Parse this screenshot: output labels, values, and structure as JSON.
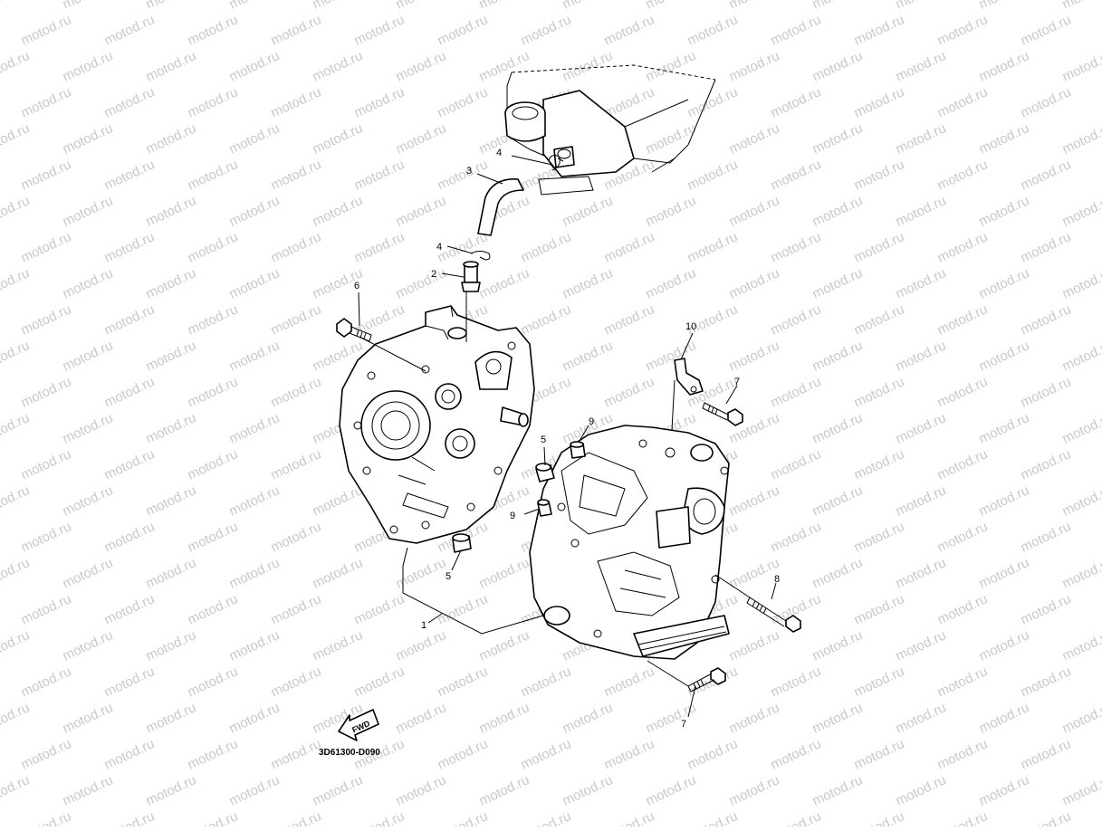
{
  "watermark": {
    "text": "motod.ru",
    "color": "#c9c9c9"
  },
  "callouts": {
    "c1": "1",
    "c2": "2",
    "c3": "3",
    "c4a": "4",
    "c4b": "4",
    "c5a": "5",
    "c5b": "5",
    "c6": "6",
    "c7a": "7",
    "c7b": "7",
    "c8": "8",
    "c9a": "9",
    "c9b": "9",
    "c10": "10"
  },
  "fwd_label": "FWD",
  "diagram_code": "3D61300-D090",
  "colors": {
    "line": "#000000",
    "background": "#ffffff"
  }
}
